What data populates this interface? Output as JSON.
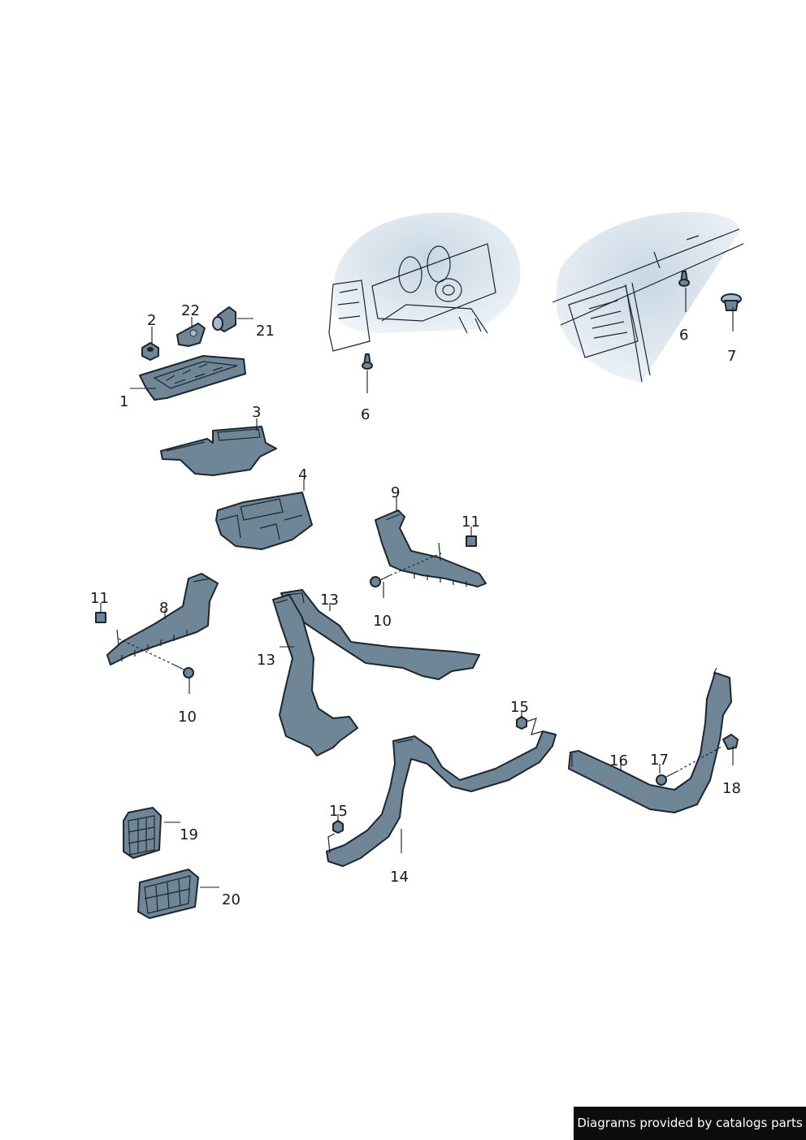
{
  "colors": {
    "part_fill": "#6f8697",
    "part_dark": "#465866",
    "part_light": "#a9bccb",
    "context_fill": "#d7e2ec",
    "outline": "#1b2630",
    "text": "#1a1a1a",
    "credit_bg": "#0d0d0d",
    "credit_text": "#ffffff"
  },
  "callouts": [
    {
      "id": "c1",
      "label": "1"
    },
    {
      "id": "c2",
      "label": "2"
    },
    {
      "id": "c3",
      "label": "3"
    },
    {
      "id": "c4",
      "label": "4"
    },
    {
      "id": "c6a",
      "label": "6"
    },
    {
      "id": "c6b",
      "label": "6"
    },
    {
      "id": "c7",
      "label": "7"
    },
    {
      "id": "c8",
      "label": "8"
    },
    {
      "id": "c9",
      "label": "9"
    },
    {
      "id": "c10a",
      "label": "10"
    },
    {
      "id": "c10b",
      "label": "10"
    },
    {
      "id": "c11a",
      "label": "11"
    },
    {
      "id": "c11b",
      "label": "11"
    },
    {
      "id": "c13a",
      "label": "13"
    },
    {
      "id": "c13b",
      "label": "13"
    },
    {
      "id": "c14",
      "label": "14"
    },
    {
      "id": "c15a",
      "label": "15"
    },
    {
      "id": "c15b",
      "label": "15"
    },
    {
      "id": "c16",
      "label": "16"
    },
    {
      "id": "c17",
      "label": "17"
    },
    {
      "id": "c18",
      "label": "18"
    },
    {
      "id": "c19",
      "label": "19"
    },
    {
      "id": "c20",
      "label": "20"
    },
    {
      "id": "c21",
      "label": "21"
    },
    {
      "id": "c22",
      "label": "22"
    }
  ],
  "credit": "Diagrams provided by catalogs parts"
}
